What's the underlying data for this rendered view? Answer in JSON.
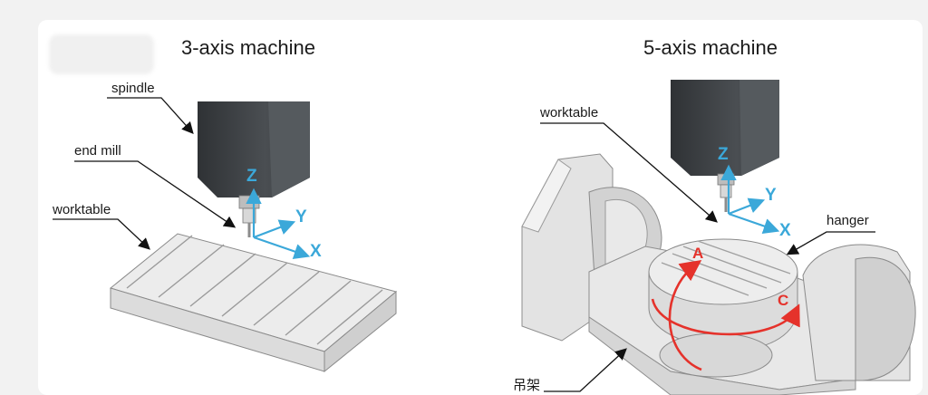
{
  "three_axis": {
    "title": "3-axis machine",
    "labels": {
      "spindle": "spindle",
      "end_mill": "end mill",
      "worktable": "worktable"
    },
    "axes": {
      "z": "Z",
      "y": "Y",
      "x": "X"
    }
  },
  "five_axis": {
    "title": "5-axis machine",
    "labels": {
      "worktable": "worktable",
      "hanger": "hanger",
      "hanger_cn": "吊架"
    },
    "axes": {
      "z": "Z",
      "y": "Y",
      "x": "X"
    },
    "rotary": {
      "a": "A",
      "c": "C"
    }
  },
  "colors": {
    "axis_blue": "#3ba8d9",
    "rotation_red": "#e5322b",
    "spindle_dark": "#3a3d40",
    "metal_light": "#e6e6e6"
  }
}
